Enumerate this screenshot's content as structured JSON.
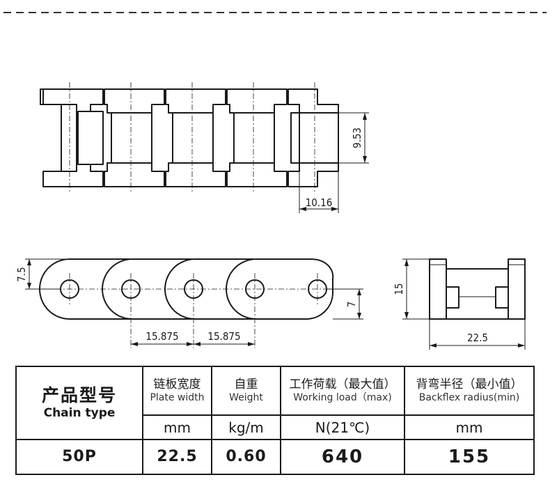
{
  "drawing": {
    "top_view": {
      "width_dim": "9.53",
      "pitch_dim": "10.16"
    },
    "side_view": {
      "height_dim": "7.5",
      "pin_dim": "7",
      "pitch_dims": [
        "15.875",
        "15.875"
      ]
    },
    "end_view": {
      "height_dim": "15",
      "width_dim": "22.5"
    }
  },
  "table": {
    "headers": [
      {
        "cn": "产品型号",
        "en": "Chain type"
      },
      {
        "cn": "链板宽度",
        "en": "Plate width"
      },
      {
        "cn": "自重",
        "en": "Weight"
      },
      {
        "cn": "工作荷载（最大值）",
        "en": "Working load（max)"
      },
      {
        "cn": "背弯半径（最小值）",
        "en": "Backflex radius(min)"
      }
    ],
    "units": [
      "mm",
      "kg/m",
      "N(21℃)",
      "mm"
    ],
    "rows": [
      {
        "chain_type": "50P",
        "plate_width": "22.5",
        "weight": "0.60",
        "working_load": "640",
        "backflex_radius": "155"
      }
    ]
  }
}
